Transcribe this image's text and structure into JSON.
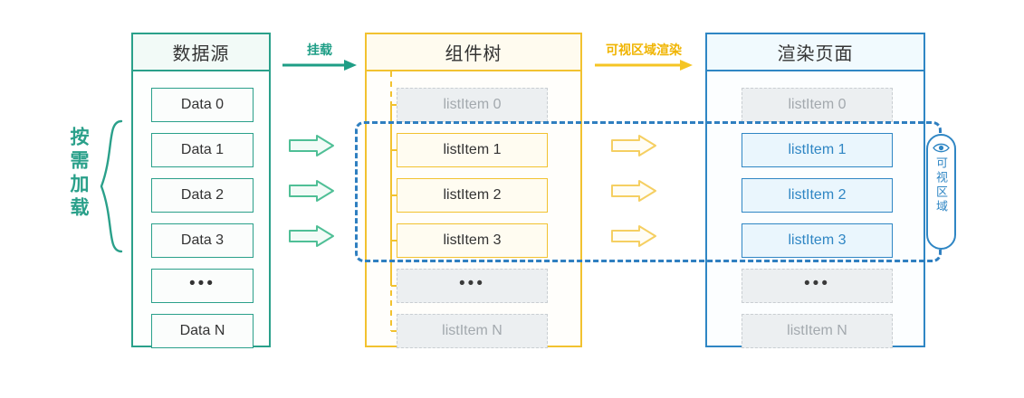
{
  "diagram": {
    "title_hidden": "",
    "colors": {
      "teal": "#2aa08a",
      "yellow": "#f2c230",
      "blue": "#2f86c4",
      "viewport_dash": "#2f7fc0",
      "muted": "#a3a9ae"
    },
    "side_label": {
      "text": "按需加载",
      "name": "on-demand-loading-label"
    },
    "flow_arrows": [
      {
        "label": "挂载",
        "color": "#1e9e86",
        "name": "mount-arrow"
      },
      {
        "label": "可视区域渲染",
        "color": "#f2c230",
        "name": "viewport-render-arrow"
      }
    ],
    "panels": [
      {
        "id": "source",
        "title": "数据源",
        "items": [
          {
            "text": "Data 0",
            "state": "normal"
          },
          {
            "text": "Data 1",
            "state": "normal"
          },
          {
            "text": "Data 2",
            "state": "normal"
          },
          {
            "text": "Data 3",
            "state": "normal"
          },
          {
            "text": "•••",
            "state": "dots"
          },
          {
            "text": "Data N",
            "state": "normal"
          }
        ]
      },
      {
        "id": "tree",
        "title": "组件树",
        "items": [
          {
            "text": "listItem 0",
            "state": "inactive"
          },
          {
            "text": "listItem 1",
            "state": "active"
          },
          {
            "text": "listItem 2",
            "state": "active"
          },
          {
            "text": "listItem 3",
            "state": "active"
          },
          {
            "text": "•••",
            "state": "inactive-dots"
          },
          {
            "text": "listItem N",
            "state": "inactive"
          }
        ]
      },
      {
        "id": "render",
        "title": "渲染页面",
        "items": [
          {
            "text": "listItem 0",
            "state": "inactive"
          },
          {
            "text": "listItem 1",
            "state": "active"
          },
          {
            "text": "listItem 2",
            "state": "active"
          },
          {
            "text": "listItem 3",
            "state": "active"
          },
          {
            "text": "•••",
            "state": "inactive-dots"
          },
          {
            "text": "listItem N",
            "state": "inactive"
          }
        ]
      }
    ],
    "viewport_badge": {
      "text": "可视区域",
      "icon": "eye-icon"
    }
  }
}
